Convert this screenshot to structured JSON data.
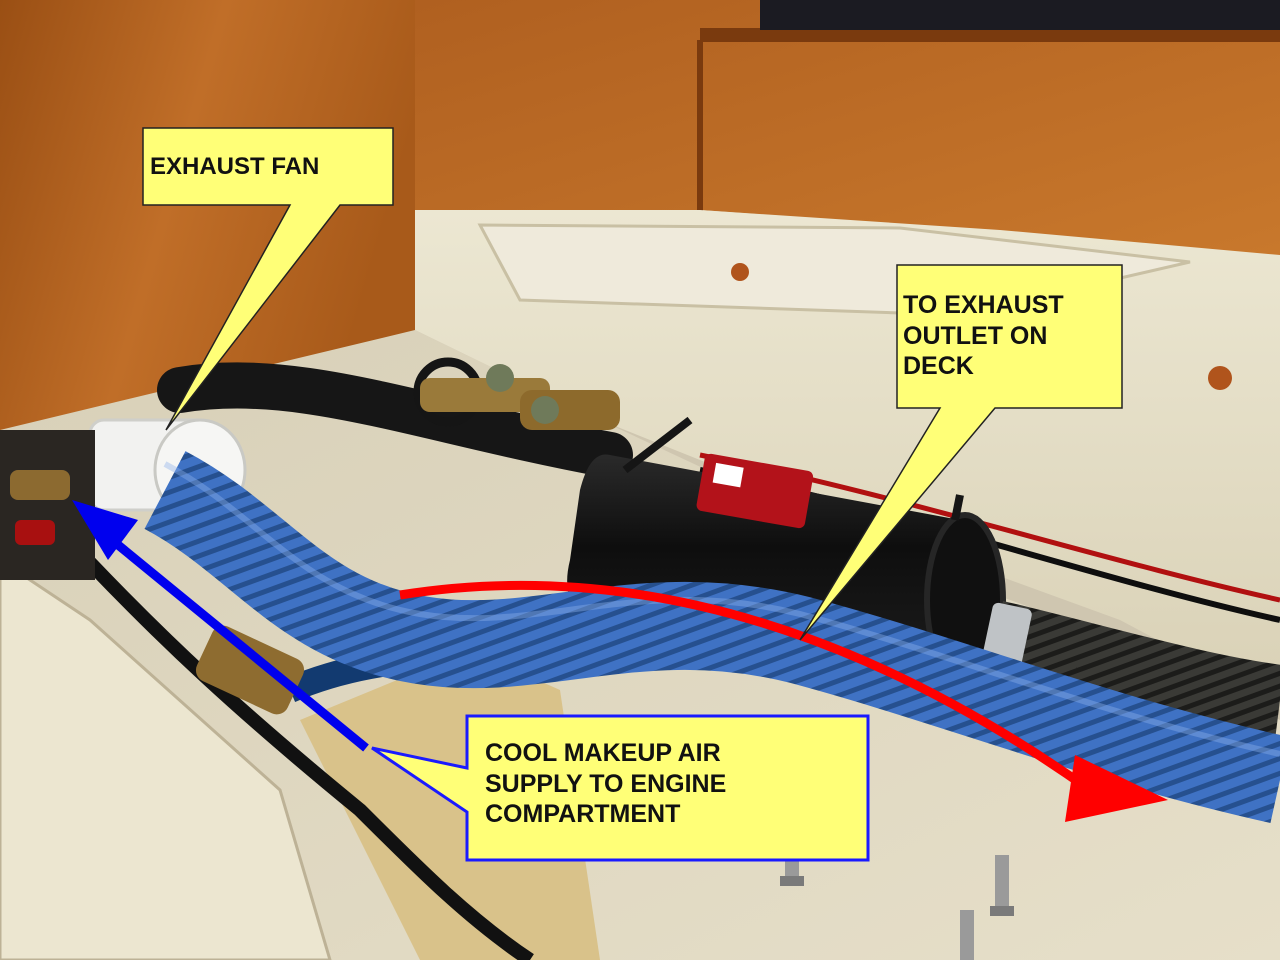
{
  "colors": {
    "callout_fill": "#ffff77",
    "callout_blue_border": "#1a1aff",
    "arrow_red": "#ff0000",
    "arrow_blue": "#0000ee",
    "wood": "#b8641e",
    "deck": "#e8e2cc",
    "hose_blue": "#3a6cc0",
    "muffler": "#141414"
  },
  "callouts": {
    "exhaust_fan": {
      "lines": [
        "EXHAUST FAN"
      ]
    },
    "exhaust_outlet": {
      "lines": [
        "TO EXHAUST",
        "OUTLET ON",
        "DECK"
      ]
    },
    "makeup_air": {
      "lines": [
        "COOL MAKEUP AIR",
        "SUPPLY TO ENGINE",
        "COMPARTMENT"
      ]
    }
  },
  "arrows": {
    "airflow_out": {
      "color_name": "red",
      "direction": "toward-right"
    },
    "airflow_in": {
      "color_name": "blue",
      "direction": "toward-upper-left"
    }
  }
}
